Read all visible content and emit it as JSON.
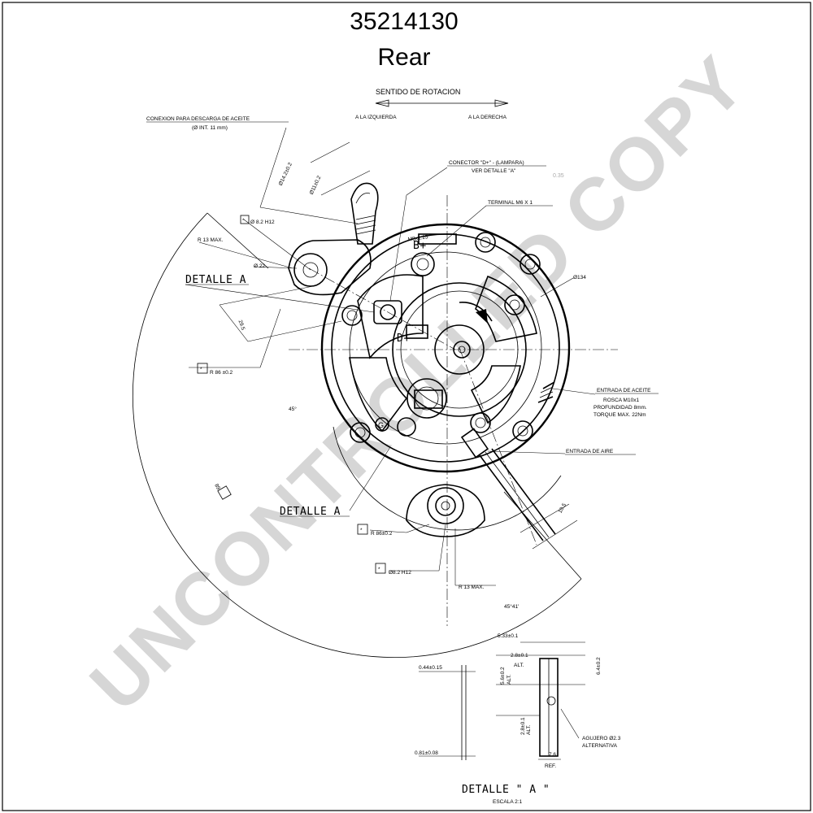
{
  "header": {
    "part_number": "35214130",
    "view": "Rear"
  },
  "rotation": {
    "title": "SENTIDO DE ROTACION",
    "left": "A LA IZQUIERDA",
    "right": "A LA DERECHA"
  },
  "labels": {
    "oil_discharge_1": "CONEXION PARA DESCARGA DE ACEITE",
    "oil_discharge_2": "(Ø INT. 11 mm)",
    "connector_1": "CONECTOR \"D+\" - (LAMPARA)",
    "connector_2": "VER DETALLE \"A\"",
    "terminal": "TERMINAL M6 X 1",
    "diameter_134": "Ø134",
    "oil_inlet_1": "ENTRADA DE ACEITE",
    "oil_inlet_2": "ROSCA M10x1",
    "oil_inlet_3": "PROFUNDIDAD 8mm.",
    "oil_inlet_4": "TORQUE MAX. 22Nm",
    "air_inlet": "ENTRADA DE AIRE",
    "detalle_a_top": "DETALLE A",
    "detalle_a_bottom": "DETALLE A",
    "d82_h12_top": "Ø 8.2 H12",
    "r13_max_top": "R 13 MAX.",
    "d22": "Ø 22",
    "dim_295": "29.5",
    "r86_left": "R 86 ±0.2",
    "angle_45": "45°",
    "dim_89": "89",
    "r86_bottom": "R 86±0.2",
    "d82_h12_bottom": "Ø8.2 H12",
    "r13_max_bottom": "R 13 MAX.",
    "angle_4541": "45°41'",
    "dim_105": "10.5",
    "d142": "Ø14.2±0.2",
    "d11": "Ø11±0.2",
    "dim_top_thread": "M8x1.25",
    "b_plus": "B+",
    "d_plus": "D+",
    "g": "G",
    "grey_note": "0.35"
  },
  "detail": {
    "title": "DETALLE \" A \"",
    "scale": "ESCALA 2:1",
    "d_533": "5.33±0.1",
    "d_28": "2.8±0.1",
    "alt_1": "ALT.",
    "d_56": "5.6±0.2",
    "d_64": "6.4±0.2",
    "d_044": "0.44±0.15",
    "d_28v": "2.8±0.1",
    "alt_2": "ALT.",
    "alt_3": "ALT.",
    "hole_1": "AGUJERO Ø2.3",
    "hole_2": "ALTERNATIVA",
    "d_081": "0.81±0.08",
    "d_76": "7.6",
    "ref": "REF."
  },
  "watermark": "UNCONTROLLED COPY"
}
